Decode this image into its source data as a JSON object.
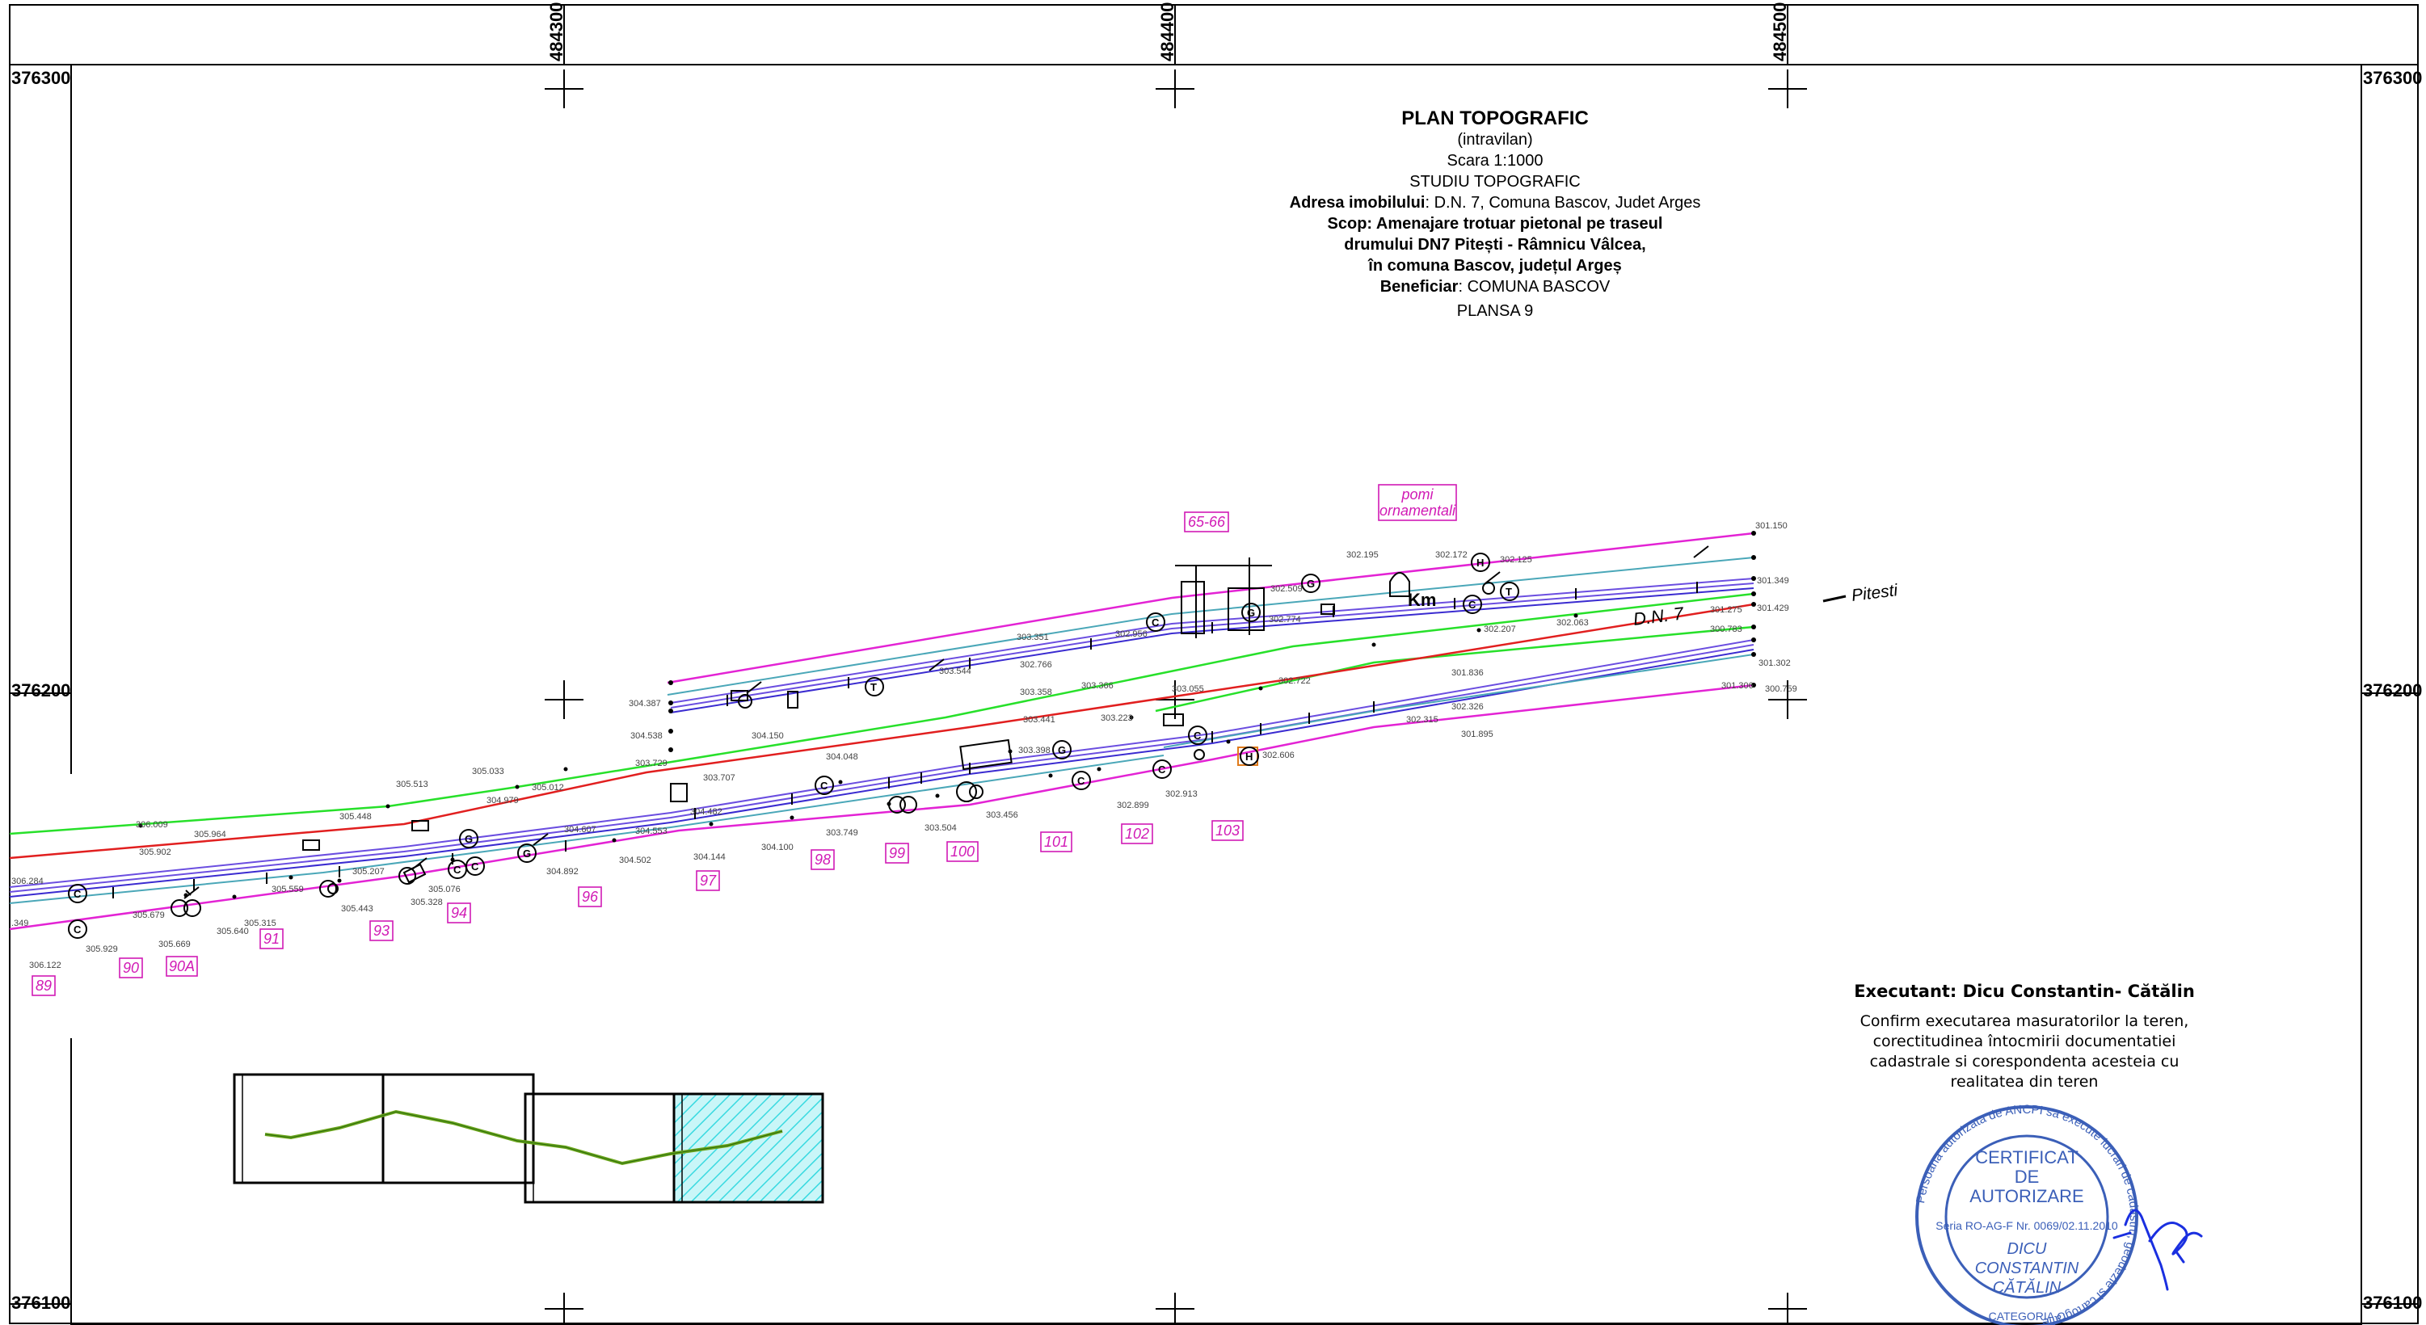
{
  "grid": {
    "easting_labels": [
      "484300",
      "484400",
      "484500"
    ],
    "northing_labels": [
      "376300",
      "376200",
      "376100"
    ]
  },
  "title_block": {
    "title": "PLAN TOPOGRAFIC",
    "subtitle": "(intravilan)",
    "scale": "Scara 1:1000",
    "study": "STUDIU TOPOGRAFIC",
    "address_label": "Adresa imobilului",
    "address_value": ": D.N. 7, Comuna Bascov, Judet Arges",
    "scope_line1": "Scop: Amenajare trotuar pietonal pe traseul",
    "scope_line2": "drumului DN7 Pitești - Râmnicu Vâlcea,",
    "scope_line3": "în comuna Bascov, județul Argeș",
    "beneficiary_label": "Beneficiar",
    "beneficiary_value": ": COMUNA BASCOV",
    "sheet": "PLANSA 9"
  },
  "executant": {
    "name": "Executant: Dicu Constantin- Cătălin",
    "line1": "Confirm executarea masuratorilor la teren,",
    "line2": "corectitudinea întocmirii documentatiei",
    "line3": "cadastrale si corespondenta acesteia cu",
    "line4": "realitatea din teren"
  },
  "stamp": {
    "ring_text": "Persoana autorizata de ANCPI sa execute lucrari de cadastru, geodezie si cartografie",
    "center1": "CERTIFICAT",
    "center2": "DE",
    "center3": "AUTORIZARE",
    "series": "Seria RO-AG-F  Nr. 0069/02.11.2010",
    "name1": "DICU",
    "name2": "CONSTANTIN",
    "name3": "CĂTĂLIN",
    "category": "CATEGORIA C"
  },
  "road": {
    "name": "D.N. 7",
    "direction": "Pitesti",
    "km_label": "Km"
  },
  "annotations": {
    "orchard_line1": "pomi",
    "orchard_line2": "ornamentali",
    "lot_65_66": "65-66"
  },
  "lots": [
    "89",
    "90",
    "90A",
    "91",
    "93",
    "94",
    "96",
    "97",
    "98",
    "99",
    "100",
    "101",
    "102",
    "103"
  ],
  "elevations": [
    {
      "text": "301.150"
    },
    {
      "text": "301.349"
    },
    {
      "text": "301.429"
    },
    {
      "text": "301.275"
    },
    {
      "text": "300.783"
    },
    {
      "text": "301.302"
    },
    {
      "text": "301.306"
    },
    {
      "text": "300.759"
    },
    {
      "text": "301.836"
    },
    {
      "text": "302.063"
    },
    {
      "text": "302.207"
    },
    {
      "text": "302.125"
    },
    {
      "text": "302.172"
    },
    {
      "text": "302.195"
    },
    {
      "text": "302.509"
    },
    {
      "text": "302.774"
    },
    {
      "text": "302.722"
    },
    {
      "text": "302.315"
    },
    {
      "text": "301.895"
    },
    {
      "text": "302.326"
    },
    {
      "text": "302.606"
    },
    {
      "text": "302.913"
    },
    {
      "text": "302.899"
    },
    {
      "text": "303.055"
    },
    {
      "text": "303.223"
    },
    {
      "text": "303.441"
    },
    {
      "text": "303.366"
    },
    {
      "text": "303.358"
    },
    {
      "text": "302.766"
    },
    {
      "text": "303.351"
    },
    {
      "text": "302.956"
    },
    {
      "text": "303.544"
    },
    {
      "text": "303.398"
    },
    {
      "text": "303.456"
    },
    {
      "text": "303.504"
    },
    {
      "text": "303.749"
    },
    {
      "text": "304.048"
    },
    {
      "text": "304.150"
    },
    {
      "text": "303.707"
    },
    {
      "text": "304.100"
    },
    {
      "text": "304.144"
    },
    {
      "text": "304.553"
    },
    {
      "text": "304.502"
    },
    {
      "text": "304.607"
    },
    {
      "text": "304.482"
    },
    {
      "text": "304.538"
    },
    {
      "text": "304.387"
    },
    {
      "text": "303.729"
    },
    {
      "text": "304.892"
    },
    {
      "text": "304.979"
    },
    {
      "text": "305.012"
    },
    {
      "text": "305.033"
    },
    {
      "text": "305.513"
    },
    {
      "text": "305.448"
    },
    {
      "text": "305.076"
    },
    {
      "text": "305.328"
    },
    {
      "text": "305.207"
    },
    {
      "text": "305.443"
    },
    {
      "text": "305.559"
    },
    {
      "text": "305.315"
    },
    {
      "text": "305.640"
    },
    {
      "text": "305.669"
    },
    {
      "text": "305.679"
    },
    {
      "text": "305.929"
    },
    {
      "text": "305.902"
    },
    {
      "text": "305.964"
    },
    {
      "text": "306.009"
    },
    {
      "text": "306.284"
    },
    {
      "text": "306.122"
    },
    {
      "text": ".349"
    }
  ],
  "colors": {
    "road_axis": "#e11f1f",
    "green_line": "#27e02a",
    "magenta_line": "#e323d4",
    "road_edge": "#6b4ee0",
    "teal_line": "#4aa7b8",
    "stamp_blue": "#3b5fb8",
    "signature_blue": "#1a2fe0",
    "hatch_cyan": "#37d9e0",
    "overview_green": "#6aa51a"
  }
}
